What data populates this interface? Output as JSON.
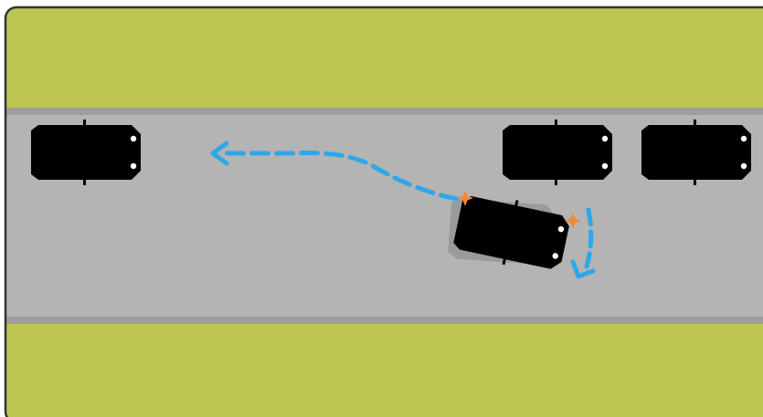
{
  "colors": {
    "grass": "#bdc552",
    "road": "#b3b3b3",
    "road_edge": "#9a9a9a",
    "frame": "#3a3a3a",
    "parked_car_body": "#35a853",
    "parked_car_roof": "#2c8f45",
    "parked_car_edge": "#1f6e33",
    "moving_car_body": "#1e9be5",
    "moving_car_edge": "#0f75b8",
    "window": "#4a4a4a",
    "headlight": "#ffffff",
    "impact": "#f08a3a",
    "path_arrow": "#2fa8e8",
    "ghost_car": "#8f8f8f"
  },
  "scene": {
    "parked_cars": [
      {
        "name": "parked-car-left",
        "icon": "green-car-icon"
      },
      {
        "name": "parked-car-right-front",
        "icon": "green-car-icon"
      },
      {
        "name": "parked-car-right-rear",
        "icon": "green-car-icon"
      }
    ],
    "moving_car": {
      "name": "moving-blue-car",
      "icon": "blue-car-icon"
    },
    "ghost_car": {
      "name": "ghost-car-outline",
      "icon": "car-shadow-icon"
    },
    "impact_marks": [
      "impact-star-icon",
      "impact-star-icon"
    ],
    "arrows": [
      "dashed-path-arrow-left",
      "dashed-reverse-arrow-down"
    ]
  }
}
